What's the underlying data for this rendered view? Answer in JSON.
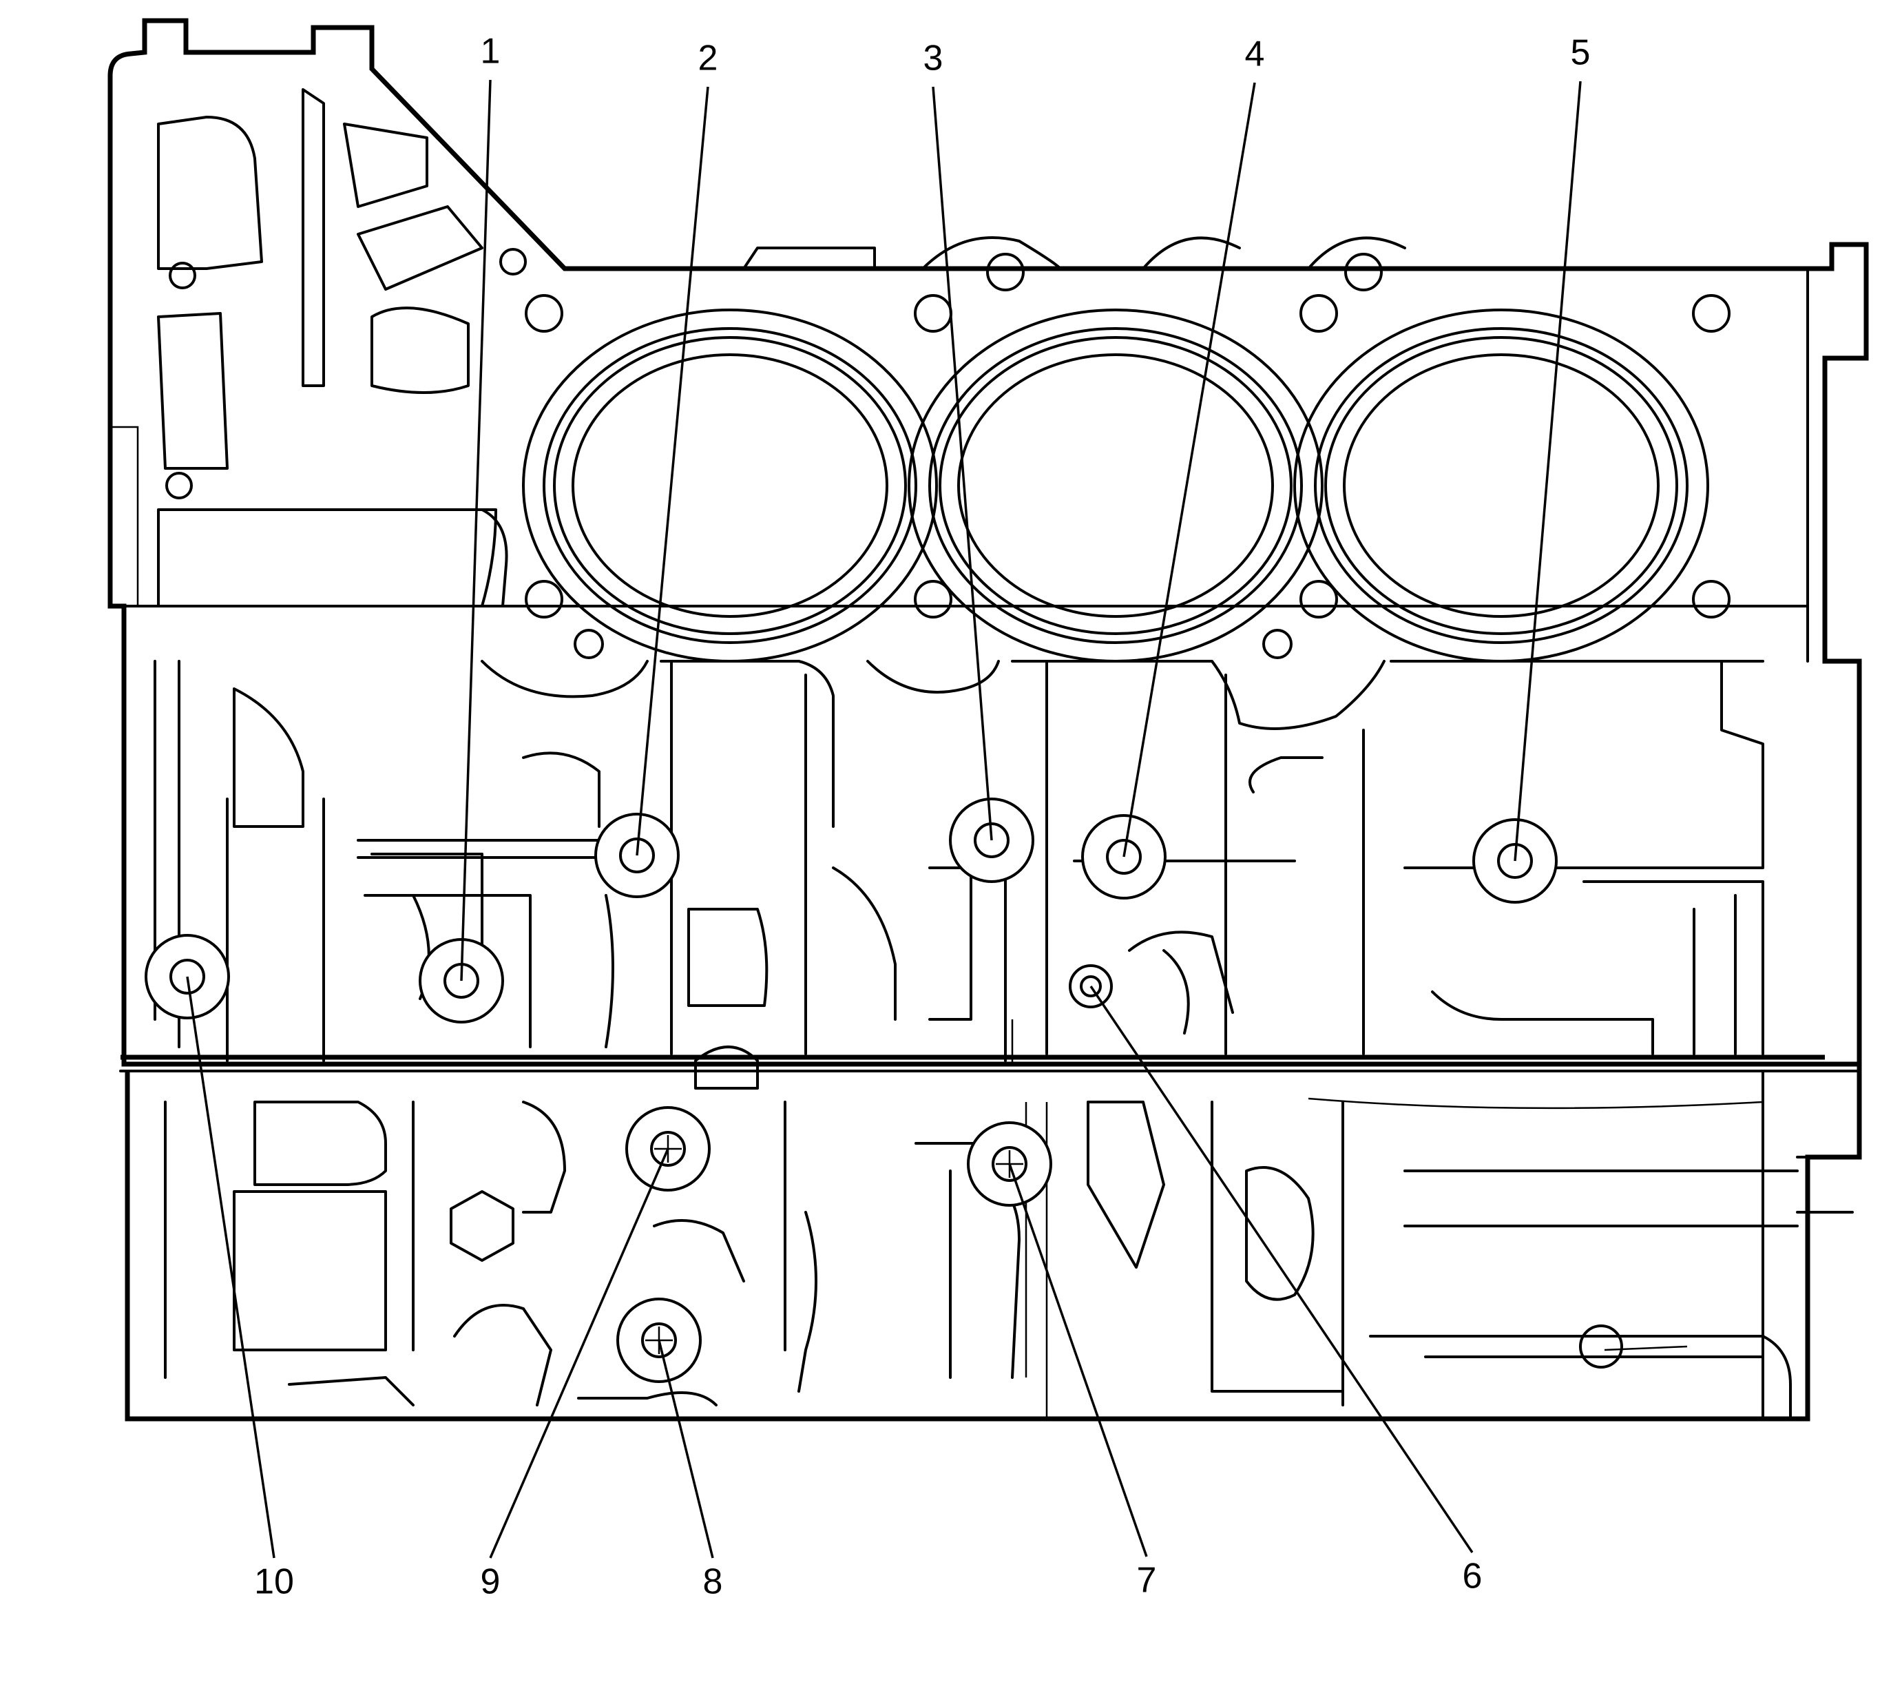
{
  "diagram": {
    "subject": "engine-block-bolt-tightening-sequence",
    "callouts": [
      {
        "id": "1",
        "label": "1"
      },
      {
        "id": "2",
        "label": "2"
      },
      {
        "id": "3",
        "label": "3"
      },
      {
        "id": "4",
        "label": "4"
      },
      {
        "id": "5",
        "label": "5"
      },
      {
        "id": "6",
        "label": "6"
      },
      {
        "id": "7",
        "label": "7"
      },
      {
        "id": "8",
        "label": "8"
      },
      {
        "id": "9",
        "label": "9"
      },
      {
        "id": "10",
        "label": "10"
      }
    ]
  }
}
